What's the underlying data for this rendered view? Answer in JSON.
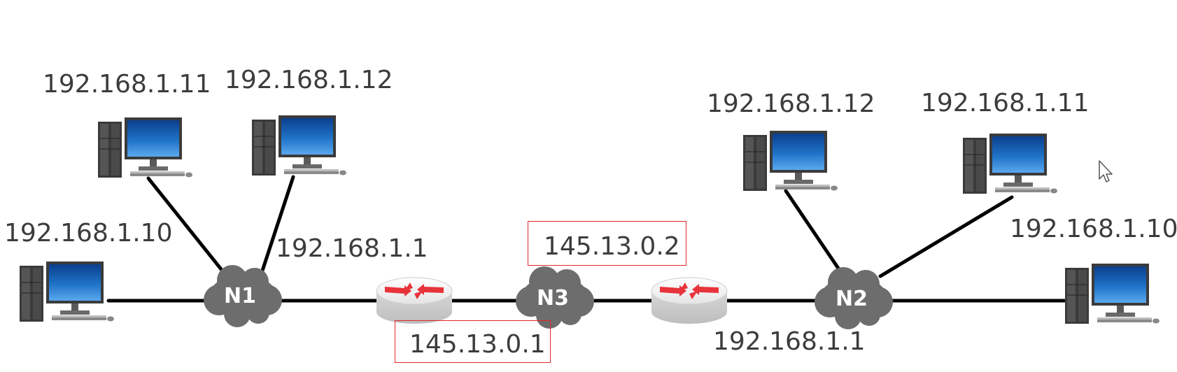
{
  "networks": {
    "n1": {
      "label": "N1"
    },
    "n2": {
      "label": "N2"
    },
    "n3": {
      "label": "N3"
    }
  },
  "left_lan": {
    "pc_a": "192.168.1.11",
    "pc_b": "192.168.1.12",
    "pc_c": "192.168.1.10",
    "gateway": "192.168.1.1"
  },
  "right_lan": {
    "pc_a": "192.168.1.12",
    "pc_b": "192.168.1.11",
    "pc_c": "192.168.1.10",
    "gateway": "192.168.1.1"
  },
  "wan": {
    "left_router_ip": "145.13.0.1",
    "right_router_ip": "145.13.0.2"
  },
  "colors": {
    "link": "#000000",
    "cloud": "#6d6d6d",
    "monitor": "#1f73c7",
    "highlight_box": "#e0282a",
    "router_arrow": "#e8333a"
  },
  "icons": [
    "desktop-computer-icon",
    "cloud-network-icon",
    "router-icon",
    "mouse-cursor-icon"
  ]
}
